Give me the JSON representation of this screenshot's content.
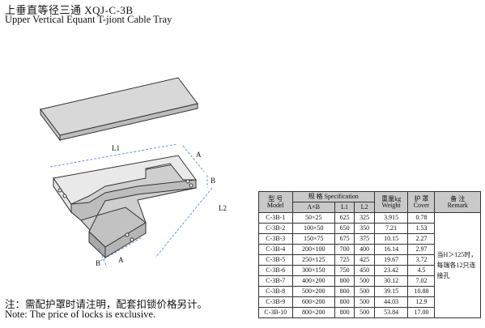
{
  "title": {
    "cn": "上垂直等径三通 XQJ-C-3B",
    "en": "Upper Vertical Equant T-jiont Cable Tray"
  },
  "drawing_labels": {
    "l1": "L1",
    "l2": "L2",
    "a_top": "A",
    "b_right": "B",
    "a_bottom": "A",
    "b_bottom": "B"
  },
  "table": {
    "headers": {
      "model_cn": "型 号",
      "model_en": "Model",
      "spec": "规 格 Specification",
      "axb": "A×B",
      "l1": "L1",
      "l2": "L2",
      "weight_cn": "重量kg",
      "weight_en": "Weight",
      "cover_cn": "护 罩",
      "cover_en": "Cover",
      "remark_cn": "备 注",
      "remark_en": "Remark"
    },
    "rows": [
      {
        "model": "C-3B-1",
        "axb": "50×25",
        "l1": "625",
        "l2": "325",
        "weight": "3.915",
        "cover": "0.78"
      },
      {
        "model": "C-3B-2",
        "axb": "100×50",
        "l1": "650",
        "l2": "350",
        "weight": "7.21",
        "cover": "1.53"
      },
      {
        "model": "C-3B-3",
        "axb": "150×75",
        "l1": "675",
        "l2": "375",
        "weight": "10.15",
        "cover": "2.27"
      },
      {
        "model": "C-3B-4",
        "axb": "200×100",
        "l1": "700",
        "l2": "400",
        "weight": "16.14",
        "cover": "2.97"
      },
      {
        "model": "C-3B-5",
        "axb": "250×125",
        "l1": "725",
        "l2": "425",
        "weight": "19.67",
        "cover": "3.72"
      },
      {
        "model": "C-3B-6",
        "axb": "300×150",
        "l1": "750",
        "l2": "450",
        "weight": "23.42",
        "cover": "4.5"
      },
      {
        "model": "C-3B-7",
        "axb": "400×200",
        "l1": "800",
        "l2": "500",
        "weight": "30.12",
        "cover": "7.02"
      },
      {
        "model": "C-3B-8",
        "axb": "500×200",
        "l1": "800",
        "l2": "500",
        "weight": "39.15",
        "cover": "10.88"
      },
      {
        "model": "C-3B-9",
        "axb": "600×200",
        "l1": "800",
        "l2": "500",
        "weight": "44.03",
        "cover": "12.9"
      },
      {
        "model": "C-3B-10",
        "axb": "800×200",
        "l1": "800",
        "l2": "500",
        "weight": "53.84",
        "cover": "17.00"
      }
    ],
    "remark": "当H＞125时，每端各12只连接孔"
  },
  "note": {
    "cn": "注：需配护罩时请注明，配套扣锁价格另计。",
    "en": "Note: The price of locks is exclusive."
  }
}
